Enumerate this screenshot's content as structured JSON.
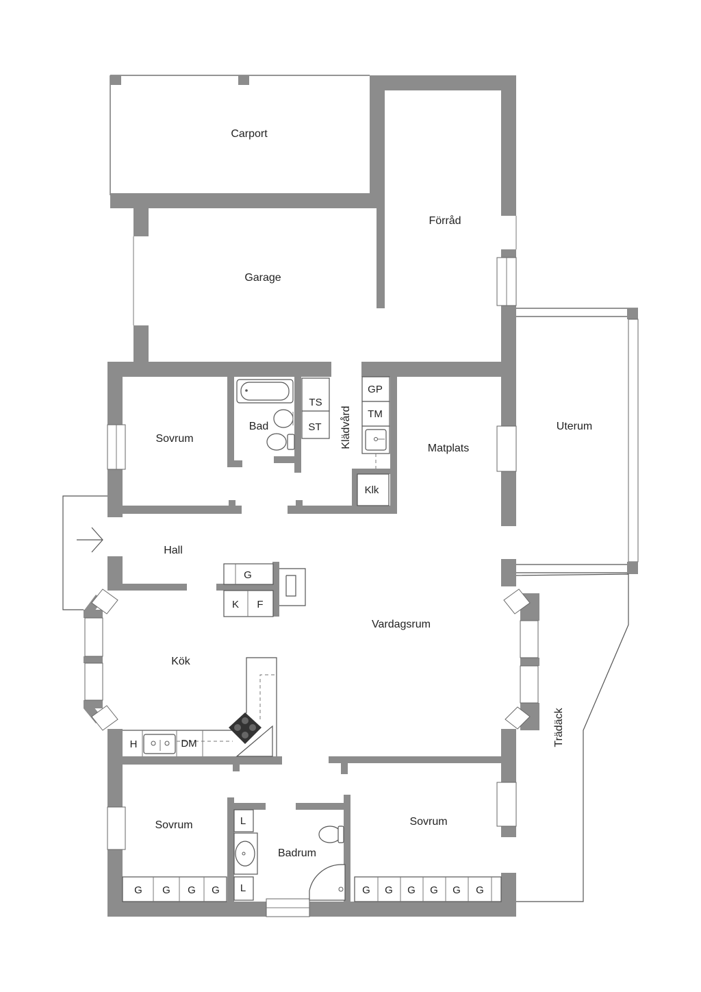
{
  "rooms": {
    "carport": "Carport",
    "forrad": "Förråd",
    "garage": "Garage",
    "sovrum": "Sovrum",
    "bad": "Bad",
    "kladvard": "Klädvård",
    "matplats": "Matplats",
    "uterum": "Uterum",
    "hall": "Hall",
    "vardagsrum": "Vardagsrum",
    "kok": "Kök",
    "tradack": "Trädäck",
    "badrum": "Badrum"
  },
  "fixtures": {
    "ts": "TS",
    "st": "ST",
    "gp": "GP",
    "tm": "TM",
    "klk": "Klk",
    "g": "G",
    "k": "K",
    "f": "F",
    "h": "H",
    "dm": "DM",
    "l": "L"
  },
  "colors": {
    "wall": "#8c8c8c",
    "line": "#555555",
    "stove": "#333333"
  }
}
